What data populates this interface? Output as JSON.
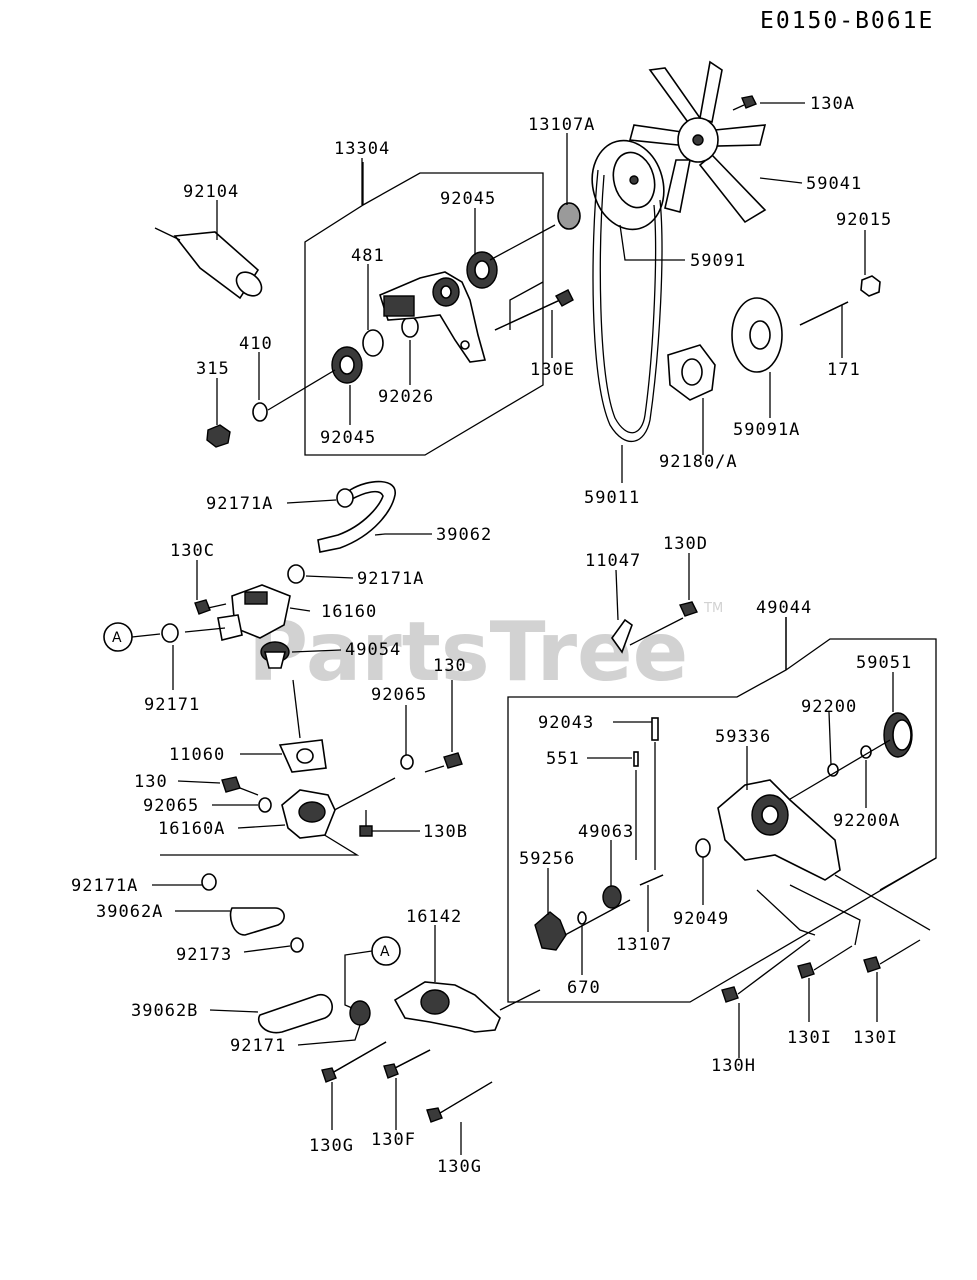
{
  "diagram_code": "E0150-B061E",
  "watermark": {
    "text": "PartsTree",
    "tm": "TM"
  },
  "callout_letter": "A",
  "parts": {
    "p13304": "13304",
    "p92104": "92104",
    "p92045a": "92045",
    "p481": "481",
    "p13107A": "13107A",
    "p130A": "130A",
    "p59041": "59041",
    "p92015": "92015",
    "p59091": "59091",
    "p410": "410",
    "p315": "315",
    "p92026": "92026",
    "p92045b": "92045",
    "p130E": "130E",
    "p171": "171",
    "p59091A": "59091A",
    "p92180A": "92180/A",
    "p59011": "59011",
    "p92171A_a": "92171A",
    "p39062": "39062",
    "p130C": "130C",
    "p92171A_b": "92171A",
    "p16160": "16160",
    "p49054": "49054",
    "p92171_a": "92171",
    "p11047": "11047",
    "p130D": "130D",
    "p49044": "49044",
    "p130a": "130",
    "p92065a": "92065",
    "p59051": "59051",
    "p92043": "92043",
    "p92200": "92200",
    "p59336": "59336",
    "p551": "551",
    "p11060": "11060",
    "p130b": "130",
    "p92065b": "92065",
    "p16160A": "16160A",
    "p130B": "130B",
    "p49063": "49063",
    "p92200A": "92200A",
    "p59256": "59256",
    "p92171A_c": "92171A",
    "p39062A": "39062A",
    "p92049": "92049",
    "p13107": "13107",
    "p16142": "16142",
    "p92173": "92173",
    "p670": "670",
    "p39062B": "39062B",
    "p92171_b": "92171",
    "p130H": "130H",
    "p130I_a": "130I",
    "p130I_b": "130I",
    "p130G_a": "130G",
    "p130F": "130F",
    "p130G_b": "130G"
  }
}
